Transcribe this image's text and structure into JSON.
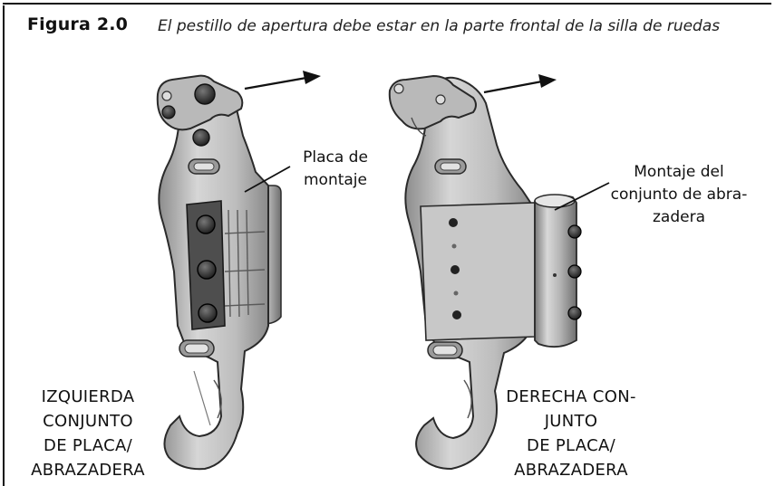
{
  "figure": {
    "label": "Figura 2.0",
    "caption": "El pestillo de apertura debe estar en la parte frontal de la silla de ruedas"
  },
  "labels": {
    "mounting_plate": [
      "Placa de",
      "montaje"
    ],
    "clamp_assembly": [
      "Montaje del",
      "conjunto de abra-",
      "zadera"
    ],
    "left_assembly": [
      "IZQUIERDA",
      "CONJUNTO",
      "DE PLACA/",
      "ABRAZADERA"
    ],
    "right_assembly": [
      "DERECHA CON-",
      "JUNTO",
      "DE PLACA/",
      "ABRAZADERA"
    ]
  },
  "colors": {
    "metal_light": "#c9c9c9",
    "metal_mid": "#a9a9a9",
    "metal_dark": "#6e6e6e",
    "outline": "#2a2a2a",
    "bracket": "#4a4a4a"
  }
}
